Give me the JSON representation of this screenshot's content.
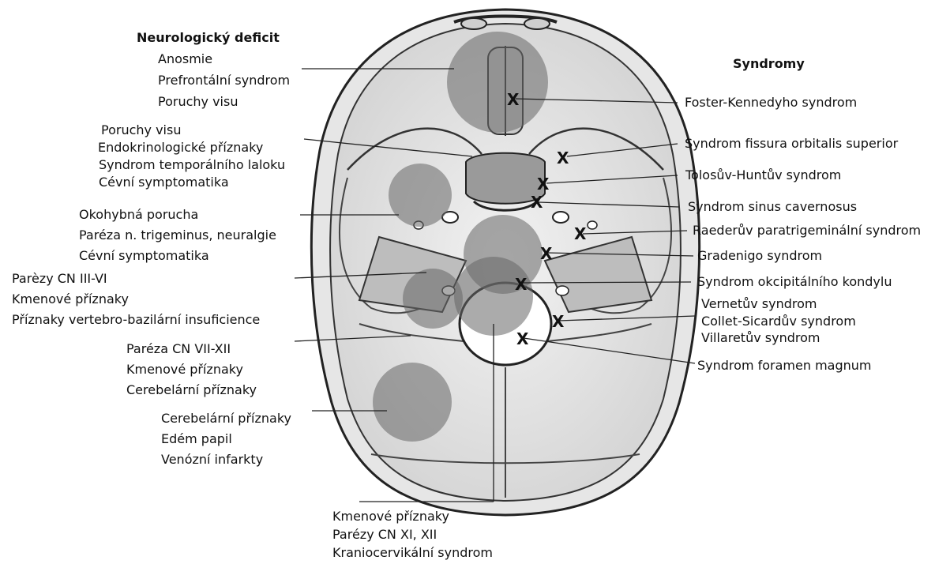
{
  "headings": {
    "left": "Neurologický deficit",
    "right": "Syndromy"
  },
  "left_groups": [
    {
      "id": "anterior-fossa",
      "lines": [
        "Anosmie",
        "Prefrontální syndrom",
        "Poruchy visu"
      ]
    },
    {
      "id": "sellar",
      "lines": [
        "Poruchy visu",
        "Endokrinologické příznaky",
        "Syndrom temporálního laloku",
        "Cévní symptomatika"
      ]
    },
    {
      "id": "middle-fossa",
      "lines": [
        "Okohybná porucha",
        "Paréza n. trigeminus, neuralgie",
        "Cévní symptomatika"
      ]
    },
    {
      "id": "clivus",
      "lines": [
        "Parèzy CN III-VI",
        "Kmenové příznaky",
        "Příznaky vertebro-bazilární insuficience"
      ]
    },
    {
      "id": "cpa",
      "lines": [
        "Paréza CN VII-XII",
        "Kmenové příznaky",
        "Cerebelární příznaky"
      ]
    },
    {
      "id": "posterior-fossa",
      "lines": [
        "Cerebelární příznaky",
        "Edém papil",
        "Venózní infarkty"
      ]
    },
    {
      "id": "foramen-magnum",
      "lines": [
        "Kmenové příznaky",
        "Parézy CN XI, XII",
        "Kraniocervikální syndrom"
      ]
    }
  ],
  "syndromes": [
    "Foster-Kennedyho syndrom",
    "Syndrom fissura orbitalis superior",
    "Tolosův-Huntův syndrom",
    "Syndrom sinus cavernosus",
    "Raederův paratrigeminální syndrom",
    "Gradenigo syndrom",
    "Syndrom okcipitálního kondylu",
    "Vernetův syndrom",
    "Collet-Sicardův syndrom",
    "Villaretův syndrom",
    "Syndrom foramen magnum"
  ],
  "marker_symbol": "X"
}
